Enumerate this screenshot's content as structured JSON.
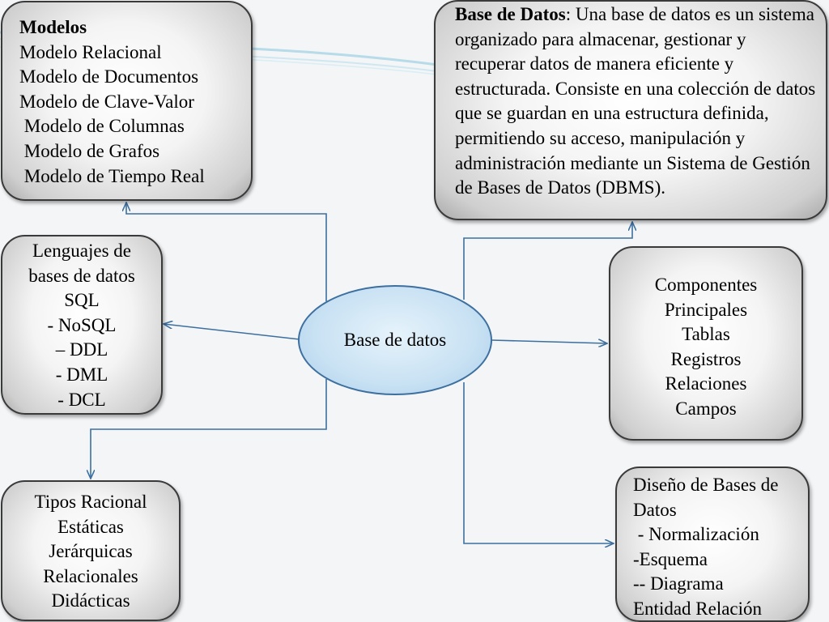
{
  "center_node": {
    "label": "Base de datos"
  },
  "modelos": {
    "title": "Modelos",
    "items": [
      "Modelo Relacional",
      "Modelo de Documentos",
      "Modelo de Clave-Valor",
      " Modelo de Columnas",
      " Modelo de Grafos",
      " Modelo de Tiempo Real"
    ]
  },
  "definicion": {
    "term": "Base de Datos",
    "text": ": Una base de datos es un sistema organizado para almacenar, gestionar y recuperar datos de manera eficiente y estructurada. Consiste en una colección de datos que se guardan en una estructura definida, permitiendo su acceso, manipulación y administración mediante un Sistema de Gestión de Bases de Datos (DBMS)."
  },
  "lenguajes": {
    "lines": [
      "Lenguajes de",
      "bases de datos",
      "SQL",
      "- NoSQL",
      "– DDL",
      "- DML",
      "- DCL"
    ]
  },
  "componentes": {
    "lines": [
      "Componentes",
      "Principales",
      "Tablas",
      "Registros",
      "Relaciones",
      "Campos"
    ]
  },
  "tipos": {
    "lines": [
      "Tipos Racional",
      "Estáticas",
      "Jerárquicas",
      "Relacionales",
      "Didácticas"
    ]
  },
  "diseno": {
    "lines": [
      "Diseño de Bases de",
      "Datos",
      " - Normalización",
      "-Esquema",
      "-- Diagrama",
      "Entidad Relación"
    ]
  },
  "colors": {
    "connector": "#3d6f9f",
    "ellipse_fill": "#c8e1f3",
    "box_border": "#3a3a3a"
  }
}
